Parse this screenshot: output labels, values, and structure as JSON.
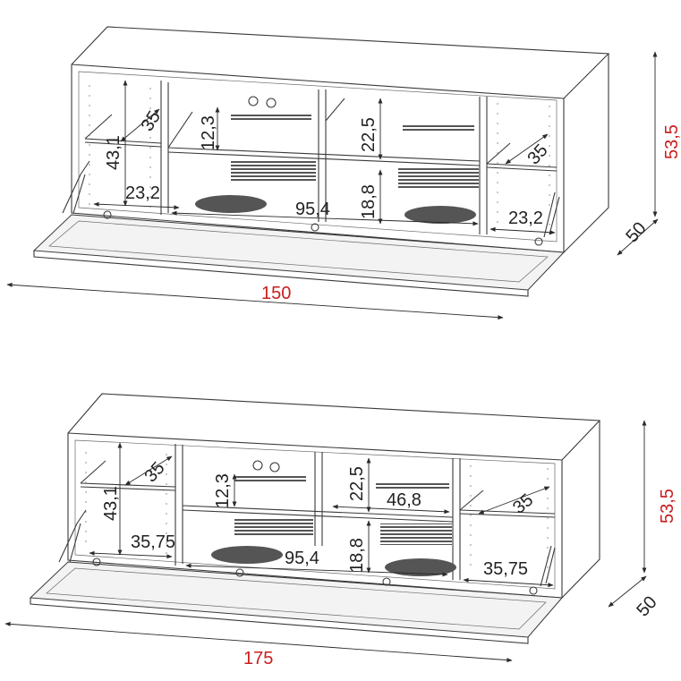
{
  "colors": {
    "line": "#3a3a3a",
    "dimension": "#222222",
    "overall_dimension": "#c81e1e"
  },
  "top_unit": {
    "width": "150",
    "height": "53,5",
    "depth": "50",
    "left_shelf_depth": "35",
    "left_compartment_height": "43,1",
    "left_compartment_width": "23,2",
    "upper_center_height": "12,3",
    "upper_right_center_height": "22,5",
    "lower_center_height": "18,8",
    "center_width": "95,4",
    "right_shelf_depth": "35",
    "right_compartment_width": "23,2"
  },
  "bottom_unit": {
    "width": "175",
    "height": "53,5",
    "depth": "50",
    "left_shelf_depth": "35",
    "left_compartment_height": "43,1",
    "left_compartment_width": "35,75",
    "upper_center_height": "12,3",
    "upper_right_center_height": "22,5",
    "upper_right_center_width": "46,8",
    "lower_center_height": "18,8",
    "center_width": "95,4",
    "right_shelf_depth": "35",
    "right_compartment_width": "35,75"
  }
}
